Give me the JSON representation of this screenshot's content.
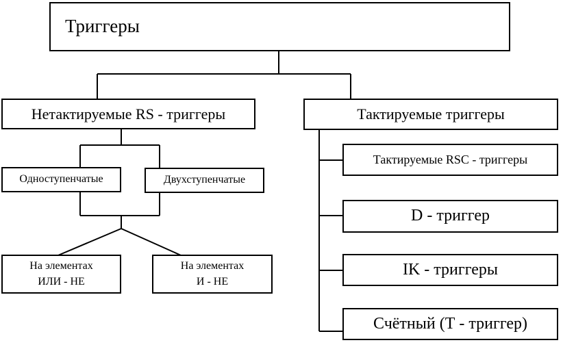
{
  "diagram": {
    "title": "Триггеры",
    "left_branch": {
      "header": "Нетактируемые RS - триггеры",
      "stages": [
        {
          "label": "Одноступенчатые"
        },
        {
          "label": "Двухступенчатые"
        }
      ],
      "elements": [
        {
          "lines": [
            "На элементах",
            "ИЛИ - НЕ"
          ]
        },
        {
          "lines": [
            "На элементах",
            "И - НЕ"
          ]
        }
      ]
    },
    "right_branch": {
      "header": "Тактируемые триггеры",
      "children": [
        {
          "label": "Тактируемые RSC - триггеры"
        },
        {
          "label": "D - триггер"
        },
        {
          "label": "IK - триггеры"
        },
        {
          "label": "Счётный (Т - триггер)"
        }
      ]
    },
    "colors": {
      "line": "#000000",
      "box_fill": "#ffffff",
      "background": "#ffffff",
      "text": "#000000"
    }
  }
}
